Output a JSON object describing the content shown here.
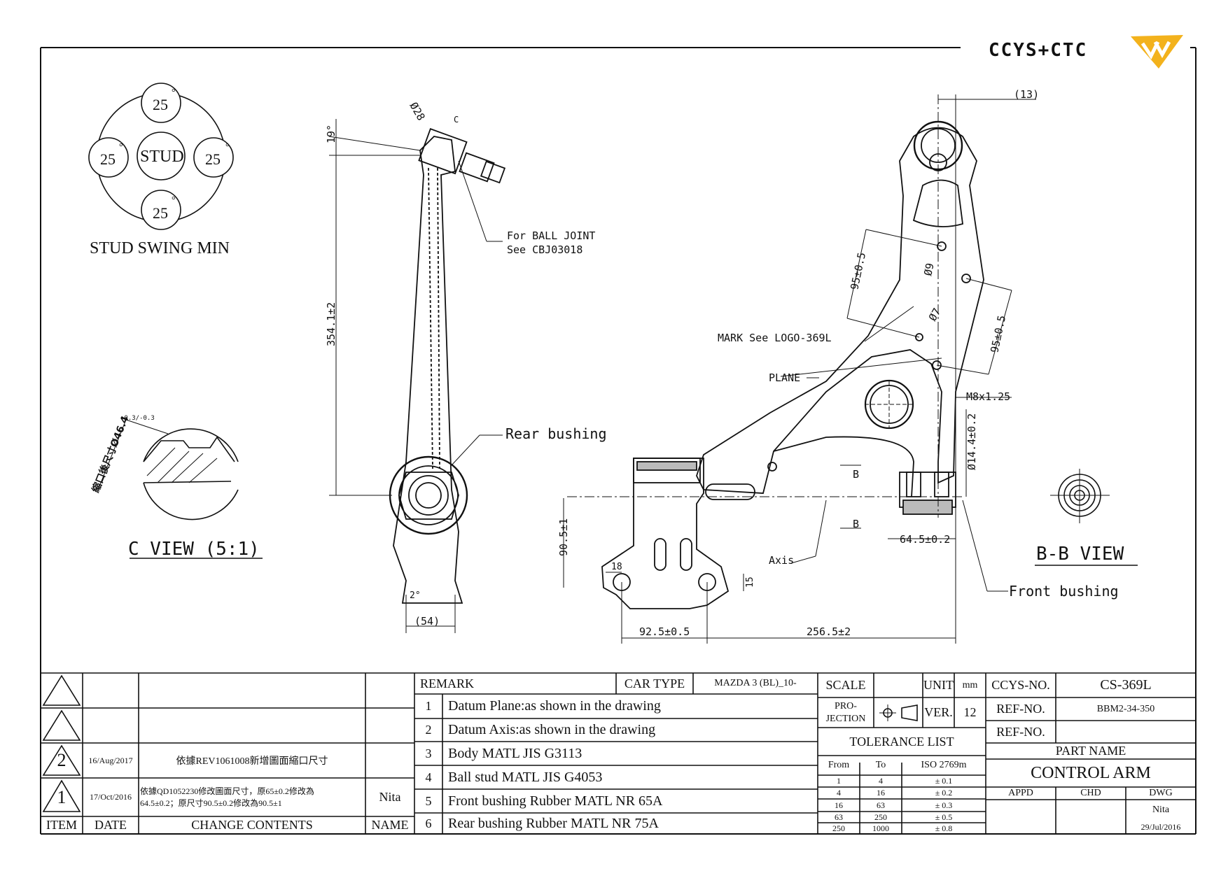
{
  "logo": {
    "text": "CCYS+CTC"
  },
  "stud_swing": {
    "top": "25",
    "left": "25",
    "right": "25",
    "bottom": "25",
    "degree": "°",
    "center": "STUD",
    "caption": "STUD SWING MIN"
  },
  "side_view": {
    "ball_dia": "Ø28",
    "c_marker": "C",
    "angle_top": "19°",
    "height": "354.1±2",
    "ball_joint_note_1": "For BALL JOINT",
    "ball_joint_note_2": "See CBJ03018",
    "rear_bushing": "Rear bushing",
    "angle_bottom": "2°",
    "width_bottom": "(54)"
  },
  "c_view": {
    "dim_label": "縮口後尺寸Ø46.4",
    "dim_tol": "+0.3/-0.3",
    "title": "C VIEW (5:1)"
  },
  "plan_view": {
    "top_dim": "(13)",
    "dim_95_a": "95±0.5",
    "dim_9": "Ø9",
    "dim_7": "Ø7",
    "mark_note": "MARK See LOGO-369L",
    "dim_95_b": "95±0.5",
    "plane": "PLANE",
    "thread": "M8x1.25",
    "dia_14": "Ø14.4±0.2",
    "b_upper": "B",
    "b_lower": "B",
    "dim_64": "64.5±0.2",
    "dim_90": "90.5±1",
    "dim_18": "18",
    "dim_15": "15",
    "axis": "Axis",
    "dim_92": "92.5±0.5",
    "dim_256": "256.5±2"
  },
  "bb_view": {
    "title": "B-B VIEW",
    "front_bushing": "Front bushing"
  },
  "revisions": {
    "rows": [
      {
        "item": "",
        "date": "",
        "content": "",
        "name": ""
      },
      {
        "item": "",
        "date": "",
        "content": "",
        "name": ""
      },
      {
        "item": "2",
        "date": "16/Aug/2017",
        "content": "依據REV1061008新增圖面縮口尺寸",
        "name": ""
      },
      {
        "item": "1",
        "date": "17/Oct/2016",
        "content_1": "依據QD1052230修改圖面尺寸，原65±0.2修改為",
        "content_2": "64.5±0.2；原尺寸90.5±0.2修改為90.5±1",
        "name": "Nita"
      }
    ],
    "headers": {
      "item": "ITEM",
      "date": "DATE",
      "content": "CHANGE CONTENTS",
      "name": "NAME"
    }
  },
  "remarks": {
    "label": "REMARK",
    "car_type_label": "CAR TYPE",
    "car_type": "MAZDA 3 (BL)_10-",
    "items": [
      {
        "n": "1",
        "text": "Datum Plane:as shown in the drawing"
      },
      {
        "n": "2",
        "text": "Datum Axis:as shown in the drawing"
      },
      {
        "n": "3",
        "text": "Body MATL JIS G3113"
      },
      {
        "n": "4",
        "text": "Ball stud MATL JIS G4053"
      },
      {
        "n": "5",
        "text": "Front bushing Rubber MATL NR 65A"
      },
      {
        "n": "6",
        "text": "Rear bushing Rubber MATL NR 75A"
      }
    ]
  },
  "spec": {
    "scale_label": "SCALE",
    "unit_label": "UNIT",
    "unit": "mm",
    "projection_label_1": "PRO-",
    "projection_label_2": "JECTION",
    "ver_label": "VER.",
    "ver": "12",
    "tolerance_title": "TOLERANCE LIST",
    "tol_headers": {
      "from": "From",
      "to": "To",
      "iso": "ISO 2769m"
    },
    "tolerances": [
      {
        "from": "1",
        "to": "4",
        "tol": "± 0.1"
      },
      {
        "from": "4",
        "to": "16",
        "tol": "± 0.2"
      },
      {
        "from": "16",
        "to": "63",
        "tol": "± 0.3"
      },
      {
        "from": "63",
        "to": "250",
        "tol": "± 0.5"
      },
      {
        "from": "250",
        "to": "1000",
        "tol": "± 0.8"
      }
    ]
  },
  "part": {
    "ccys_label": "CCYS-NO.",
    "ccys_no": "CS-369L",
    "ref_label_1": "REF-NO.",
    "ref_no_1": "BBM2-34-350",
    "ref_label_2": "REF-NO.",
    "ref_no_2": "",
    "part_name_label": "PART NAME",
    "part_name": "CONTROL ARM",
    "appd": "APPD",
    "chd": "CHD",
    "dwg": "DWG",
    "dwg_name": "Nita",
    "dwg_date": "29/Jul/2016"
  }
}
